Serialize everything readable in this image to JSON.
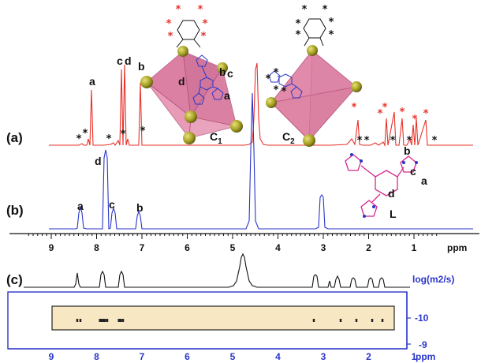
{
  "figure": {
    "traces": [
      {
        "id": "a",
        "label": "(a)",
        "color": "#e8322a"
      },
      {
        "id": "b",
        "label": "(b)",
        "color": "#2a36c8"
      },
      {
        "id": "c",
        "label": "(c)",
        "color": "#111111"
      }
    ],
    "peak_labels_a": [
      "a",
      "c",
      "d",
      "b"
    ],
    "peak_labels_b": [
      "a",
      "d",
      "c",
      "b"
    ],
    "cage_labels": [
      "C",
      "C"
    ],
    "cage_subscripts": [
      "1",
      "2"
    ],
    "ligand": {
      "name": "L",
      "labels": [
        "a",
        "b",
        "c",
        "d"
      ]
    },
    "star_symbol": "*",
    "ppm_axis": {
      "unit": "ppm",
      "ticks": [
        "9",
        "8",
        "7",
        "6",
        "5",
        "4",
        "3",
        "2",
        "1"
      ]
    },
    "dosy_axis": {
      "unit_label": "log(m2/s)",
      "ticks": [
        "-10",
        "-9"
      ]
    },
    "bottom_axis": {
      "unit": "ppm",
      "ticks": [
        "9",
        "8",
        "7",
        "6",
        "5",
        "4",
        "3",
        "2",
        "1"
      ]
    },
    "colors": {
      "red_trace": "#e8322a",
      "blue_trace": "#2a36c8",
      "cage_pink": "#d9739a",
      "vertex_gold": "#a6a024",
      "dosy_box": "#f7e8c3"
    }
  }
}
